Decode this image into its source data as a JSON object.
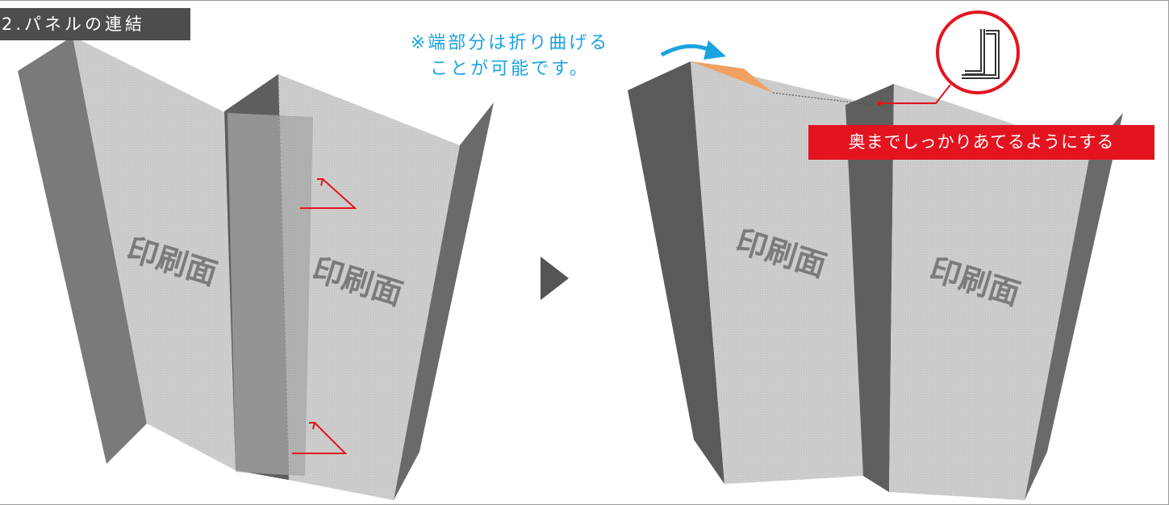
{
  "section": {
    "title": "2.パネルの連結"
  },
  "note": {
    "line1": "※端部分は折り曲げる",
    "line2": "ことが可能です。"
  },
  "callout": {
    "text": "奥までしっかりあてるようにする"
  },
  "panel_labels": {
    "left_a": "印刷面",
    "left_b": "印刷面",
    "right_a": "印刷面",
    "right_b": "印刷面"
  },
  "colors": {
    "accent_blue": "#1aa3e0",
    "accent_red": "#e3141f",
    "flap_orange": "#f0a060",
    "panel_light": "#cfcfcf",
    "panel_dark": "#666666"
  },
  "icons": {
    "step_arrow": "play-triangle-icon",
    "bend_arrow": "curved-arrow-icon",
    "motion_arrows": "red-direction-arrow-icon",
    "magnifier": "detail-circle-icon"
  }
}
